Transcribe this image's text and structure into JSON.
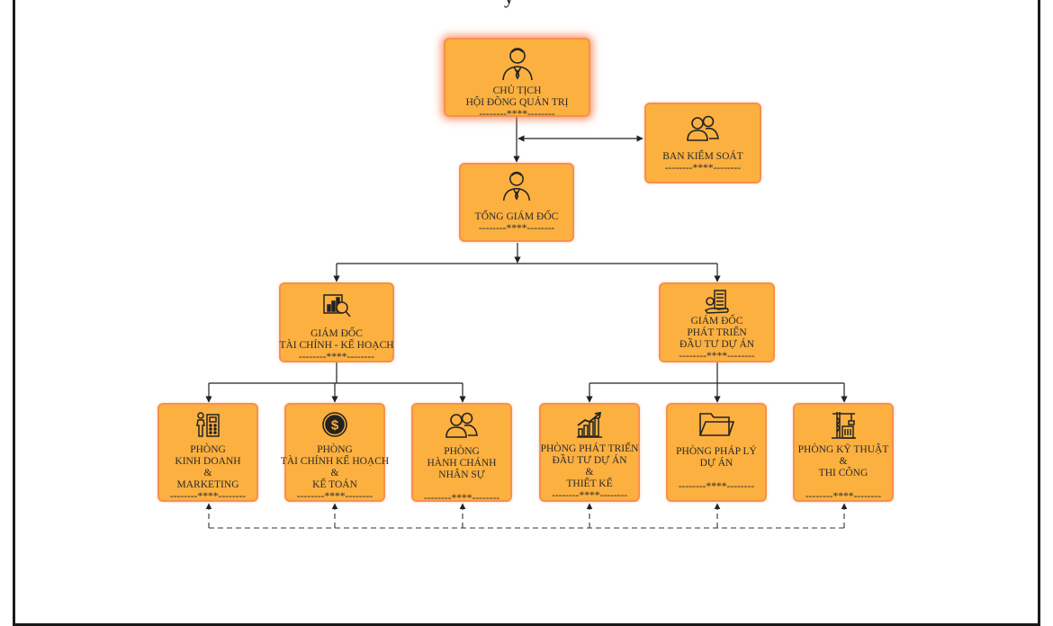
{
  "header": {
    "title_fragment": "y"
  },
  "nodes": {
    "chairman": {
      "icon": "businessman-icon",
      "lines": [
        "CHỦ TỊCH",
        "HỘI ĐỒNG QUẢN TRỊ",
        "--------****--------"
      ]
    },
    "supervisory": {
      "icon": "group-icon",
      "lines": [
        "BAN KIỂM SOÁT",
        "--------****--------"
      ]
    },
    "ceo": {
      "icon": "businessman-icon",
      "lines": [
        "TỔNG GIÁM ĐỐC",
        "--------****--------"
      ]
    },
    "cfo": {
      "icon": "analytics-icon",
      "lines": [
        "GIÁM ĐỐC",
        "TÀI CHÍNH - KẾ HOẠCH",
        "--------****--------"
      ]
    },
    "investment_director": {
      "icon": "building-icon",
      "lines": [
        "GIÁM ĐỐC",
        "PHÁT TRIỂN",
        "ĐẦU TƯ DỰ ÁN",
        "--------****--------"
      ]
    },
    "sales": {
      "icon": "calculator-icon",
      "lines": [
        "PHÒNG",
        "KINH DOANH",
        "&",
        "MARKETING",
        "--------****--------"
      ]
    },
    "finance": {
      "icon": "dollar-icon",
      "lines": [
        "PHÒNG",
        "TÀI CHÍNH KẾ HOẠCH",
        "&",
        "KẾ TOÁN",
        "--------****--------"
      ]
    },
    "hr": {
      "icon": "group-icon",
      "lines": [
        "PHÒNG",
        "HÀNH CHÁNH",
        "NHÂN SỰ",
        "--------****--------"
      ]
    },
    "development": {
      "icon": "growth-chart-icon",
      "lines": [
        "PHÒNG PHÁT TRIỂN",
        "ĐẦU TƯ DỰ ÁN",
        "&",
        "THIẾT KẾ",
        "--------****--------"
      ]
    },
    "legal": {
      "icon": "folder-icon",
      "lines": [
        "PHÒNG PHÁP LÝ",
        "DỰ ÁN",
        "--------****--------"
      ]
    },
    "technical": {
      "icon": "crane-icon",
      "lines": [
        "PHÒNG KỸ THUẬT",
        "&",
        "THI CÔNG",
        "--------****--------"
      ]
    }
  },
  "colors": {
    "box_fill": "#fbb040",
    "box_border": "#f7914a",
    "line": "#222222"
  }
}
